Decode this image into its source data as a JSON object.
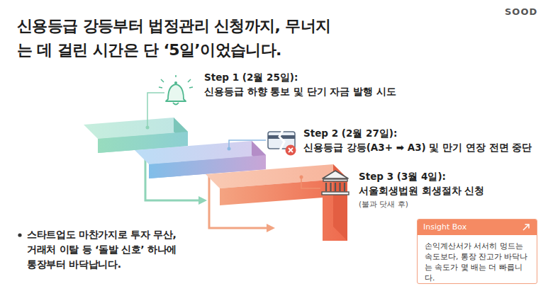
{
  "diagram": {
    "title": "신용등급 강등부터 법정관리 신청까지, 무너지는 데 걸린 시간은 단 ‘5일’이었습니다.",
    "nodes": [
      {
        "text": [
          "Insight Box",
          "손익계산서가 서서히 멍드는 속도보다, 통장 잔고가 바닥나는 속도가 몇 배는 더 빠릅니다."
        ]
      }
    ],
    "labels": [
      "SOOD",
      "Step 1 (2월 25일):",
      "신용등급 하향 통보 및 단기 자금 발행 시도",
      "Step 2 (2월 27일):",
      "신용등급 강등(A3+ ➡ A3) 및 만기 연장 전면 중단",
      "Step 3 (3월 4일):",
      "서울회생법원 회생절차 신청",
      "(불과 닷새 후)",
      "스타트업도 마찬가지로 투자 무산, 거래처 이탈 등 ‘돌발 신호’ 하나에 통장부터 바닥납니다."
    ]
  }
}
